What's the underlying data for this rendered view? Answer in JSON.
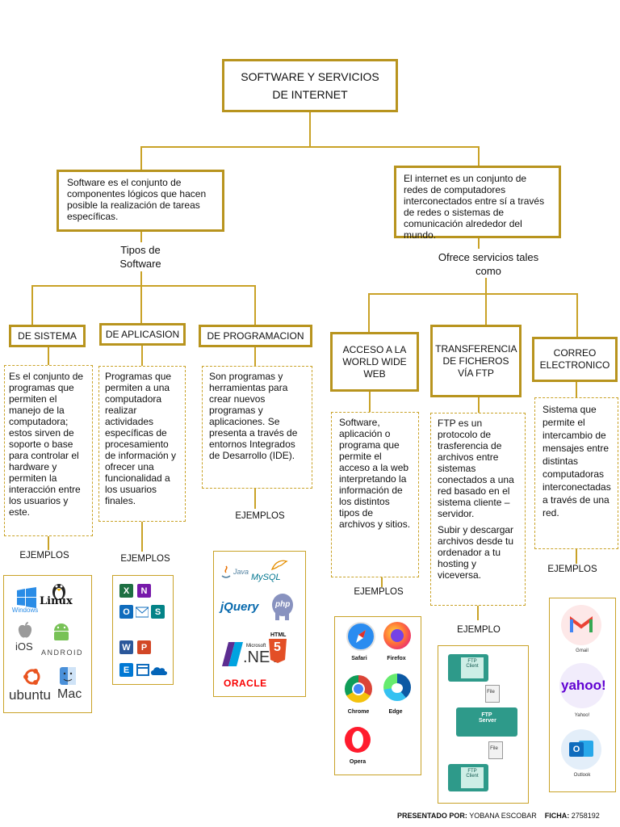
{
  "root": {
    "line1": "SOFTWARE Y SERVICIOS",
    "line2": "DE INTERNET"
  },
  "software_def": "Software es el conjunto de componentes lógicos que hacen posible la realización de tareas específicas.",
  "internet_def": "El internet es un conjunto de redes de computadores interconectados entre sí a través de redes o sistemas de comunicación alrededor del mundo.",
  "tipos_label": {
    "line1": "Tipos de",
    "line2": "Software"
  },
  "ofrece_label": {
    "line1": "Ofrece servicios tales",
    "line2": "como"
  },
  "software_types": [
    {
      "title": "DE SISTEMA",
      "desc": "Es el conjunto de programas que permiten el manejo de la computadora; estos sirven de soporte o base para controlar el hardware y permiten la interacción entre los usuarios y este.",
      "examples_label": "EJEMPLOS"
    },
    {
      "title": "DE APLICASION",
      "desc": "Programas que permiten a una computadora realizar actividades específicas de procesamiento de información y ofrecer una funcionalidad a los usuarios finales.",
      "examples_label": "EJEMPLOS"
    },
    {
      "title": "DE PROGRAMACION",
      "desc": "Son programas y herramientas para crear nuevos programas y aplicaciones. Se presenta a través de entornos Integrados de Desarrollo (IDE).",
      "examples_label": "EJEMPLOS"
    }
  ],
  "services": [
    {
      "title": "ACCESO A LA WORLD WIDE WEB",
      "desc": "Software, aplicación o programa que permite el acceso a la web interpretando la información de los distintos tipos de archivos y sitios.",
      "examples_label": "EJEMPLOS"
    },
    {
      "title": "TRANSFERENCIA DE FICHEROS VÍA FTP",
      "desc": "FTP es un protocolo de trasferencia de archivos entre sistemas conectados a una red basado en el sistema cliente – servidor.",
      "desc2": "Subir y descargar archivos desde tu ordenador a tu hosting y viceversa.",
      "examples_label": "EJEMPLO"
    },
    {
      "title": "CORREO ELECTRONICO",
      "desc": "Sistema que permite el intercambio de mensajes entre distintas computadoras interconectadas a través de una red.",
      "examples_label": "EJEMPLOS"
    }
  ],
  "os_logos": [
    "Windows",
    "Linux",
    "iOS",
    "ANDROID",
    "ubuntu",
    "Mac"
  ],
  "app_logos": [
    "X",
    "N",
    "O",
    "S",
    "W",
    "P",
    "E"
  ],
  "prog_logos": [
    "Java",
    "MySQL",
    "jQuery",
    "php",
    "HTML",
    "Microsoft",
    ".NET",
    "5",
    "ORACLE"
  ],
  "browsers": [
    "Safari",
    "Firefox",
    "Chrome",
    "Edge",
    "Opera"
  ],
  "ftp_labels": [
    "FTP Client",
    "File",
    "FTP Server",
    "File",
    "FTP Client"
  ],
  "mail_apps": [
    "Gmail",
    "yahoo!",
    "Yahoo!",
    "Outlook"
  ],
  "footer": {
    "presented_label": "PRESENTADO POR:",
    "presented_name": "YOBANA ESCOBAR",
    "ficha_label": "FICHA:",
    "ficha_value": "2758192"
  },
  "colors": {
    "border": "#b8941e",
    "dash": "#c9a227"
  }
}
